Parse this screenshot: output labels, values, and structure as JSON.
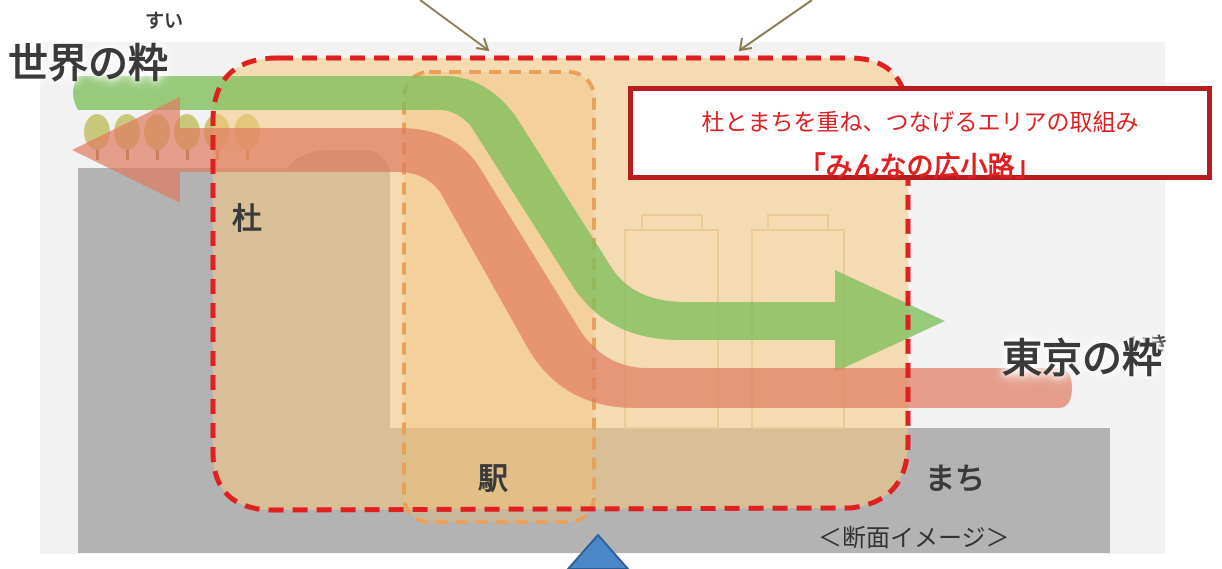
{
  "labels": {
    "world_axis_ruby": "すい",
    "world_axis": "世界の粋",
    "tokyo_axis_ruby": "いき",
    "tokyo_axis": "東京の粋",
    "forest": "杜",
    "station": "駅",
    "town": "まち"
  },
  "callout": {
    "line1": "杜とまちを重ね、つなげるエリアの取組み",
    "line2": "「みんなの広小路」"
  },
  "caption": "＜断面イメージ＞",
  "colors": {
    "green_arrow": "#7dbf5a",
    "red_arrow": "#e07a5f",
    "area_fill": "#f7c97e",
    "dash_red": "#e02020",
    "dash_orange": "#e8a05a",
    "ground": "#b3b3b3",
    "callout_border": "#b91c1c",
    "marker_blue": "#4a86c8"
  }
}
